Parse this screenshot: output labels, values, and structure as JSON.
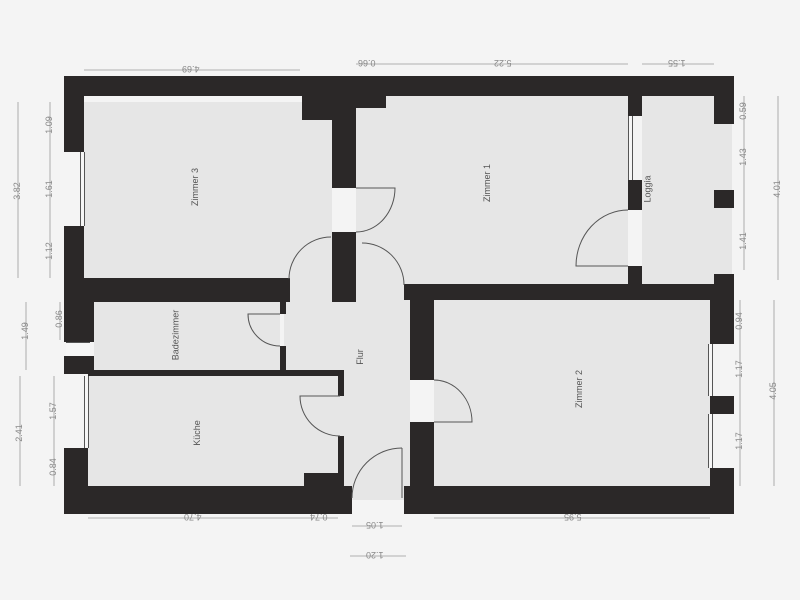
{
  "plan": {
    "rooms": [
      {
        "id": "zimmer3",
        "label": "Zimmer 3"
      },
      {
        "id": "zimmer1",
        "label": "Zimmer 1"
      },
      {
        "id": "loggia",
        "label": "Loggia"
      },
      {
        "id": "badezimmer",
        "label": "Badezimmer"
      },
      {
        "id": "flur",
        "label": "Flur"
      },
      {
        "id": "kueche",
        "label": "Küche"
      },
      {
        "id": "zimmer2",
        "label": "Zimmer 2"
      }
    ],
    "dimensions": {
      "top": [
        "4.69",
        "0.66",
        "5.22",
        "1.55"
      ],
      "left_zimmer3": {
        "total": "3.82",
        "segments": [
          "1.09",
          "1.61",
          "1.12"
        ]
      },
      "left_bad": {
        "total": "1.49",
        "segment": "0.86"
      },
      "left_kueche": {
        "total": "2.41",
        "segments": [
          "1.57",
          "0.84"
        ]
      },
      "right_loggia": {
        "total": "4.01",
        "segments": [
          "0.59",
          "1.43",
          "1.41"
        ]
      },
      "right_zimmer2": {
        "total": "4.05",
        "segments": [
          "0.94",
          "1.17",
          "1.17"
        ]
      },
      "bottom": [
        "4.70",
        "0.74",
        "1.05",
        "1.20",
        "5.95"
      ]
    },
    "colors": {
      "wall": "#2b2828",
      "floor": "#e6e6e6",
      "background": "#f4f4f4",
      "dimension": "#888888"
    }
  }
}
